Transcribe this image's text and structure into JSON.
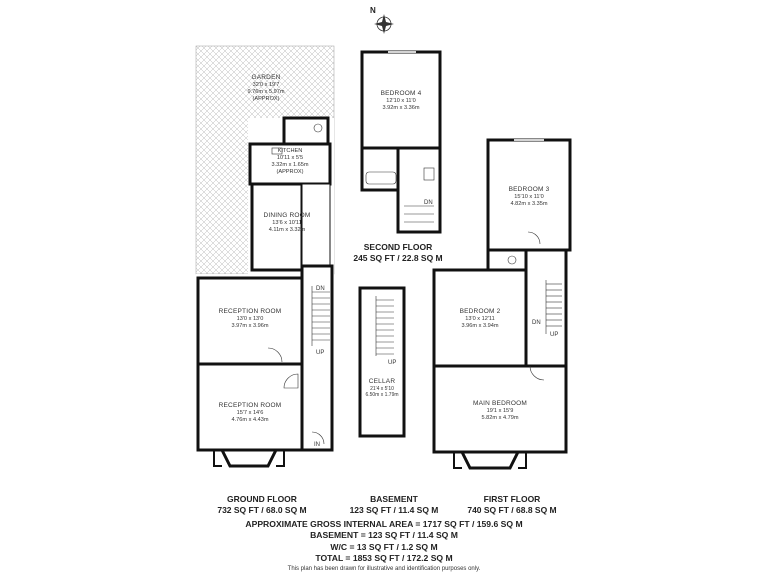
{
  "compass": {
    "label": "N",
    "icon": "compass-rose-icon"
  },
  "garden": {
    "name": "GARDEN",
    "dims_imperial": "32'0 x 19'7",
    "dims_metric": "9.76m x 5.97m",
    "note": "(APPROX)"
  },
  "rooms": {
    "kitchen": {
      "name": "KITCHEN",
      "dims_imperial": "10'11 x 5'5",
      "dims_metric": "3.32m x 1.65m",
      "note": "(APPROX)"
    },
    "dining": {
      "name": "DINING ROOM",
      "dims_imperial": "13'6 x 10'11",
      "dims_metric": "4.11m x 3.32m"
    },
    "reception1": {
      "name": "RECEPTION ROOM",
      "dims_imperial": "13'0 x 13'0",
      "dims_metric": "3.97m x 3.96m"
    },
    "reception2": {
      "name": "RECEPTION ROOM",
      "dims_imperial": "15'7 x 14'6",
      "dims_metric": "4.76m x 4.43m"
    },
    "bedroom4": {
      "name": "BEDROOM 4",
      "dims_imperial": "12'10 x 11'0",
      "dims_metric": "3.92m x 3.36m"
    },
    "bedroom3": {
      "name": "BEDROOM 3",
      "dims_imperial": "15'10 x 11'0",
      "dims_metric": "4.82m x 3.35m"
    },
    "bedroom2": {
      "name": "BEDROOM 2",
      "dims_imperial": "13'0 x 12'11",
      "dims_metric": "3.96m x 3.94m"
    },
    "cellar": {
      "name": "CELLAR",
      "dims_imperial": "21'4 x 5'10",
      "dims_metric": "6.50m x 1.79m"
    },
    "main_bedroom": {
      "name": "MAIN BEDROOM",
      "dims_imperial": "19'1 x 15'9",
      "dims_metric": "5.82m x 4.79m"
    }
  },
  "stair_labels": {
    "dn": "DN",
    "up": "UP",
    "in": "IN"
  },
  "floors": {
    "second": {
      "name": "SECOND FLOOR",
      "area": "245 SQ FT / 22.8 SQ M"
    },
    "ground": {
      "name": "GROUND FLOOR",
      "area": "732 SQ FT / 68.0 SQ M"
    },
    "basement": {
      "name": "BASEMENT",
      "area": "123 SQ FT / 11.4 SQ M"
    },
    "first": {
      "name": "FIRST FLOOR",
      "area": "740 SQ FT / 68.8 SQ M"
    }
  },
  "totals": [
    "APPROXIMATE GROSS INTERNAL AREA = 1717 SQ FT / 159.6 SQ M",
    "BASEMENT = 123 SQ FT / 11.4 SQ M",
    "W/C = 13 SQ FT / 1.2 SQ M",
    "TOTAL = 1853 SQ FT / 172.2 SQ M"
  ],
  "disclaimer": "This plan has been drawn for illustrative and identification purposes only.",
  "colors": {
    "wall": "#111111",
    "line": "#333333",
    "hatch": "#bbbbbb"
  }
}
